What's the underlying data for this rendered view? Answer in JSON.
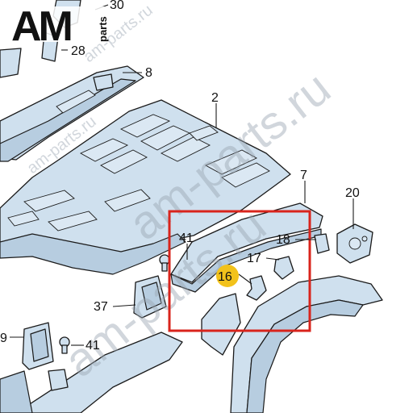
{
  "logo": {
    "letters": "AM",
    "subtext": "parts"
  },
  "watermarks": [
    "am-parts.ru",
    "am-parts.ru",
    "am-parts.ru",
    "am-parts.ru"
  ],
  "callouts": {
    "p30": "30",
    "p28": "28",
    "p8": "8",
    "p2": "2",
    "p7": "7",
    "p20": "20",
    "p41a": "41",
    "p18": "18",
    "p17": "17",
    "p16": "16",
    "p37": "37",
    "p9": "9",
    "p41b": "41"
  },
  "colors": {
    "highlight_frame": "#d9241c",
    "highlight_badge": "#f2c21b",
    "part_fill": "#cfe0ee"
  }
}
